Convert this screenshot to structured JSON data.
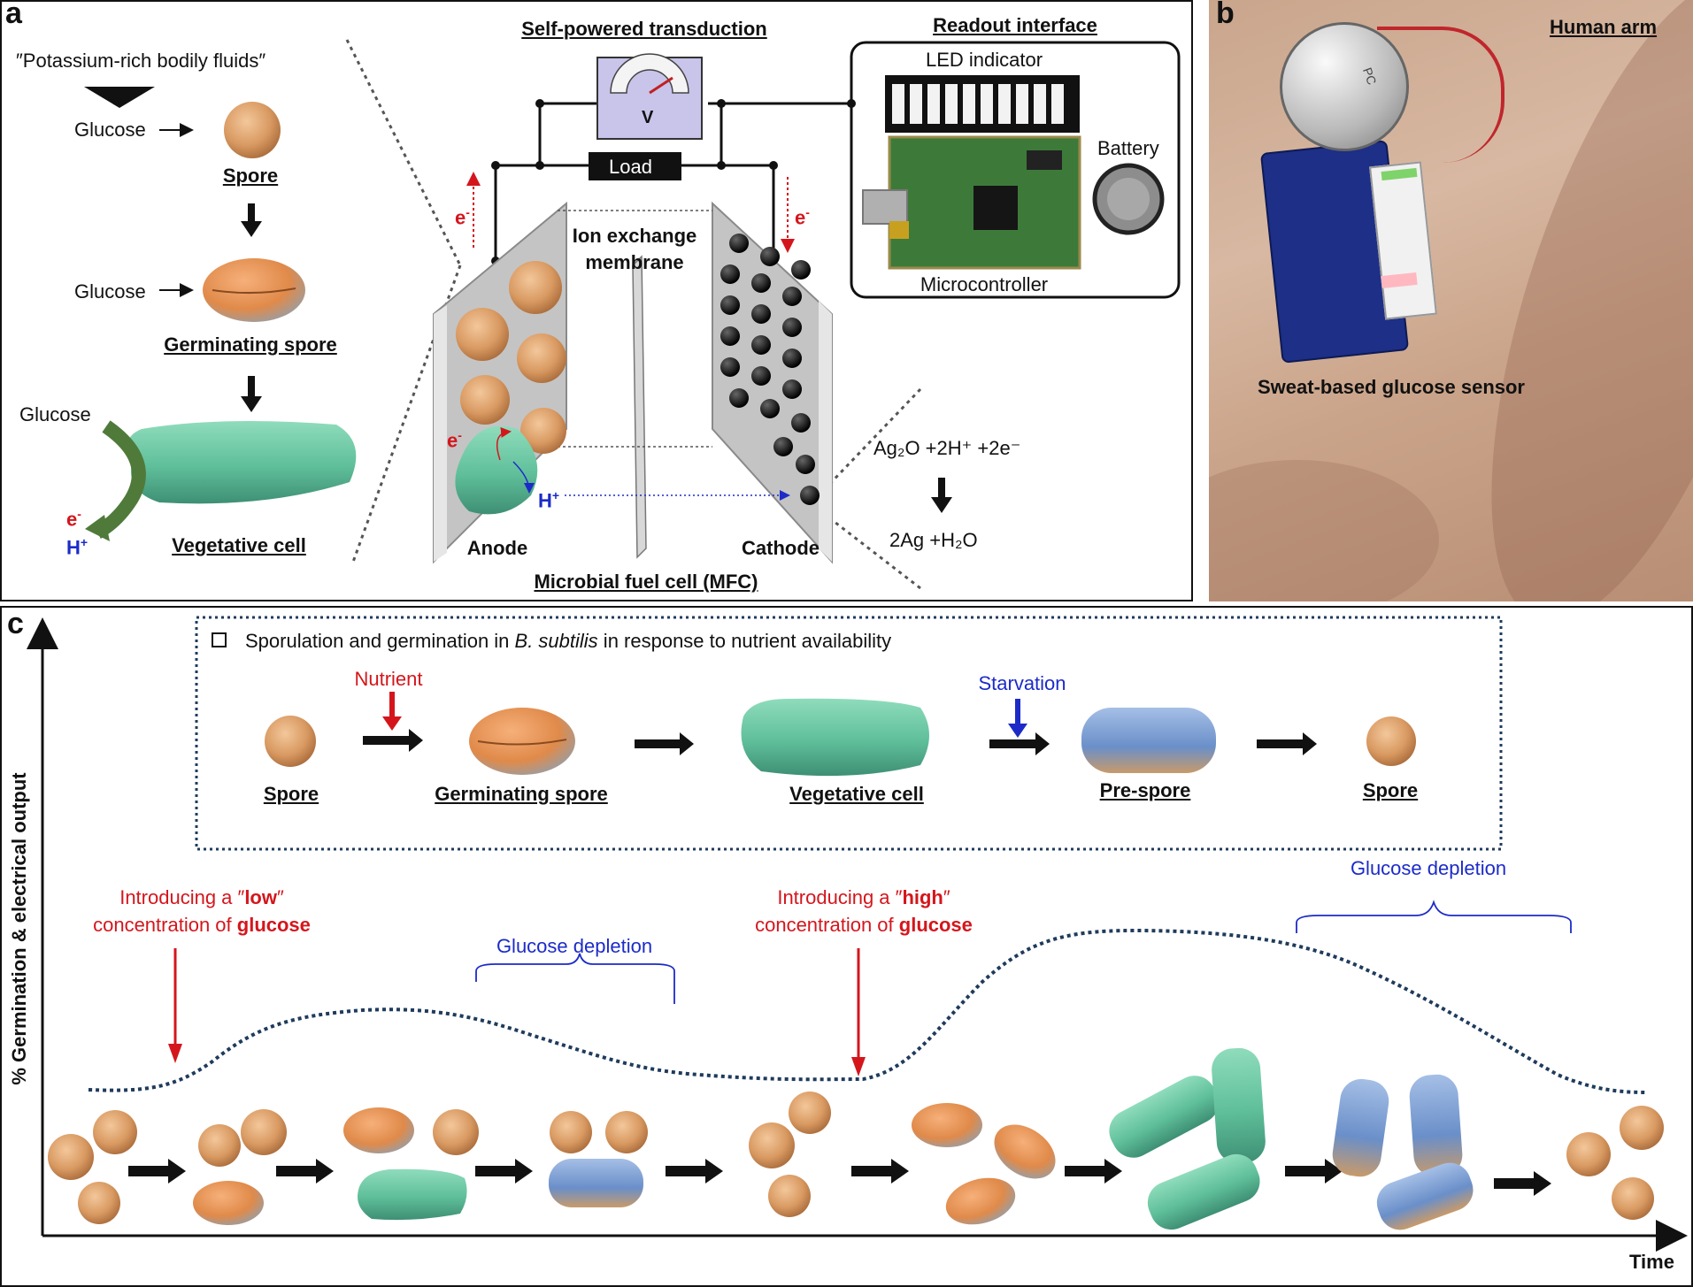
{
  "panel_a": {
    "letter": "a",
    "top_left_label": "″Potassium-rich bodily fluids″",
    "glucose_1": "Glucose",
    "spore_label": "Spore",
    "glucose_2": "Glucose",
    "germinating_label": "Germinating spore",
    "glucose_3": "Glucose",
    "e_minus": "e",
    "h_plus": "H",
    "vegetative_label": "Vegetative cell",
    "transduction_title": "Self-powered transduction",
    "voltmeter_label": "V",
    "load_label": "Load",
    "membrane_label_1": "Ion exchange",
    "membrane_label_2": "membrane",
    "anode_label": "Anode",
    "cathode_label": "Cathode",
    "mfc_label": "Microbial fuel cell (MFC)",
    "reaction_line1": "Ag₂O +2H⁺ +2e⁻",
    "reaction_line2": "2Ag +H₂O",
    "readout_title": "Readout interface",
    "led_label": "LED indicator",
    "battery_label": "Battery",
    "microcontroller_label": "Microcontroller"
  },
  "panel_b": {
    "letter": "b",
    "arm_label": "Human arm",
    "sensor_label": "Sweat-based glucose sensor",
    "coin_text": "PC"
  },
  "panel_c": {
    "letter": "c",
    "box_title_pre": "Sporulation and germination in ",
    "box_title_species": "B. subtilis",
    "box_title_post": " in response to nutrient availability",
    "nutrient_label": "Nutrient",
    "starvation_label": "Starvation",
    "stage_spore": "Spore",
    "stage_germinating": "Germinating spore",
    "stage_vegetative": "Vegetative cell",
    "stage_prespore": "Pre-spore",
    "stage_spore_end": "Spore",
    "low_line1_pre": "Introducing a ″",
    "low_line1_bold": "low",
    "low_line1_post": "″",
    "low_line2_pre": "concentration of ",
    "low_line2_bold": "glucose",
    "high_line1_pre": "Introducing a ″",
    "high_line1_bold": "high",
    "high_line1_post": "″",
    "high_line2_pre": "concentration of ",
    "high_line2_bold": "glucose",
    "depletion_1": "Glucose depletion",
    "depletion_2": "Glucose depletion",
    "y_axis_label": "% Germination & electrical output",
    "x_axis_label": "Time"
  },
  "colors": {
    "red": "#d4161c",
    "blue": "#1c2bc8",
    "spore": "#d99a62",
    "germinating": "#e08a4a",
    "vegetative": "#5fbf9a",
    "prespore": "#6a8fc9",
    "curve": "#1f3b5c"
  }
}
